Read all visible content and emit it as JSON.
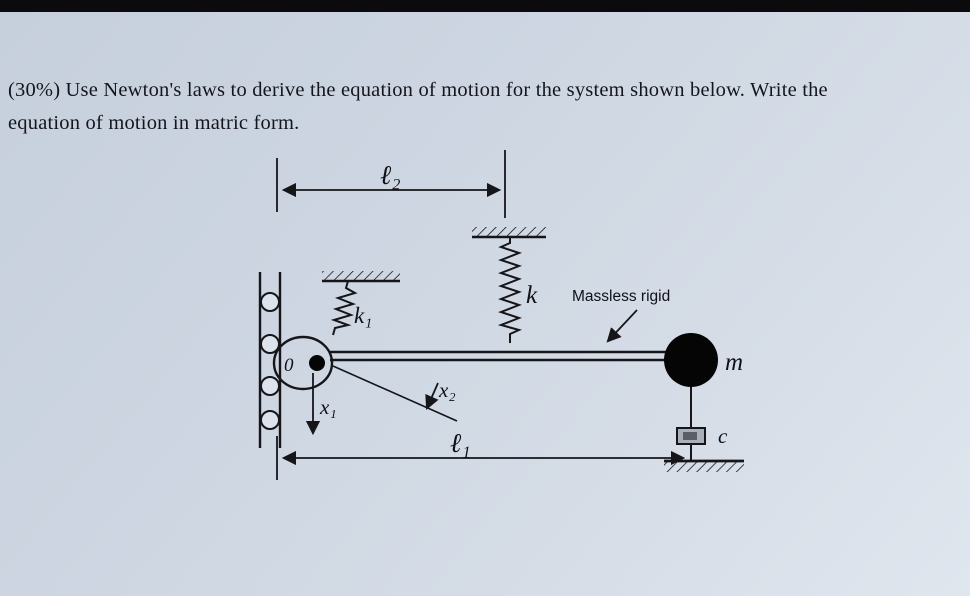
{
  "page": {
    "question_line1": "(30%) Use Newton's laws to derive the equation of motion for the system shown below. Write the",
    "question_line2": "equation of motion in matric form."
  },
  "diagram": {
    "labels": {
      "l2": "ℓ₂",
      "l1": "ℓ₁",
      "k": "k",
      "k1": "k₁",
      "massless_rigid": "Massless rigid",
      "pivot": "0",
      "mass": "m",
      "x1": "x₁",
      "x2": "x₂",
      "damper": "c"
    },
    "colors": {
      "paper": "#d0d8e3",
      "ink": "#15151a"
    }
  }
}
